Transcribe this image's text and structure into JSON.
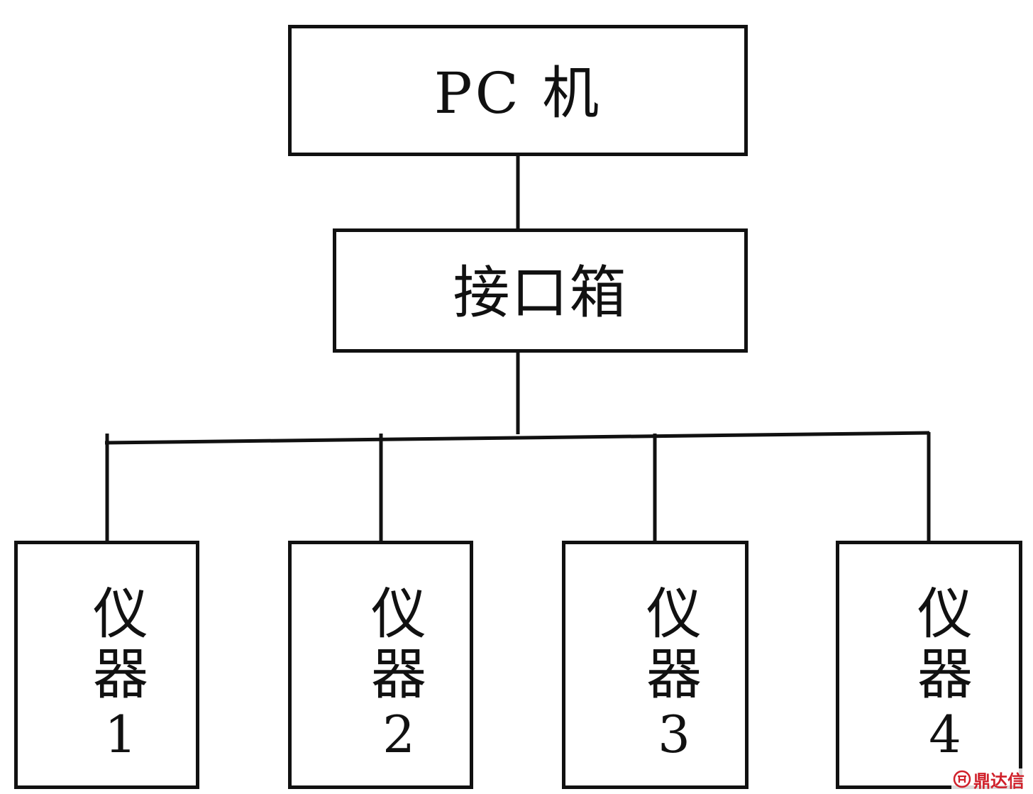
{
  "diagram": {
    "nodes": {
      "pc": {
        "label": "PC 机"
      },
      "interface_box": {
        "label": "接口箱"
      },
      "instruments": [
        {
          "line1": "仪",
          "line2": "器",
          "line3": "1"
        },
        {
          "line1": "仪",
          "line2": "器",
          "line3": "2"
        },
        {
          "line1": "仪",
          "line2": "器",
          "line3": "3"
        },
        {
          "line1": "仪",
          "line2": "器",
          "line3": "4"
        }
      ]
    },
    "edges": [
      [
        "pc",
        "interface_box"
      ],
      [
        "interface_box",
        "instrument_1"
      ],
      [
        "interface_box",
        "instrument_2"
      ],
      [
        "interface_box",
        "instrument_3"
      ],
      [
        "interface_box",
        "instrument_4"
      ]
    ],
    "colors": {
      "line": "#111111",
      "watermark": "#d0202a"
    }
  },
  "watermark": {
    "text": "鼎达信"
  }
}
